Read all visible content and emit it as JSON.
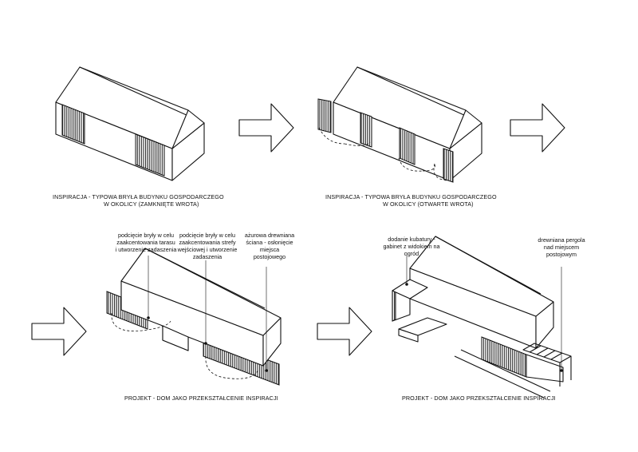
{
  "panels": [
    {
      "caption_line1": "INSPIRACJA - TYPOWA BRYŁA BUDYNKU GOSPODARCZEGO",
      "caption_line2": "W OKOLICY (ZAMKNIĘTE WROTA)"
    },
    {
      "caption_line1": "INSPIRACJA - TYPOWA BRYŁA BUDYNKU GOSPODARCZEGO",
      "caption_line2": "W OKOLICY (OTWARTE WROTA)"
    },
    {
      "caption_line1": "PROJEKT - DOM JAKO PRZEKSZTAŁCENIE INSPIRACJI",
      "notes": [
        {
          "lines": [
            "podcięcie bryły w celu",
            "zaakcentowania tarasu",
            "i utworzenie zadaszenia"
          ]
        },
        {
          "lines": [
            "podcięcie bryły w celu",
            "zaakcentowania  strefy",
            "wejściowej i utworzenie",
            "zadaszenia"
          ]
        },
        {
          "lines": [
            "ażurowa drewniana",
            "ściana - osłonięcie",
            "miejsca",
            "postojowego"
          ]
        }
      ]
    },
    {
      "caption_line1": "PROJEKT - DOM JAKO PRZEKSZTAŁCENIE INSPIRACJI",
      "notes": [
        {
          "lines": [
            "dodanie kubatury -",
            "gabinet z widokiem na",
            "ogród"
          ]
        },
        {
          "lines": [
            "drewniana pergola",
            "nad miejscem",
            "postojowym"
          ]
        }
      ]
    }
  ]
}
